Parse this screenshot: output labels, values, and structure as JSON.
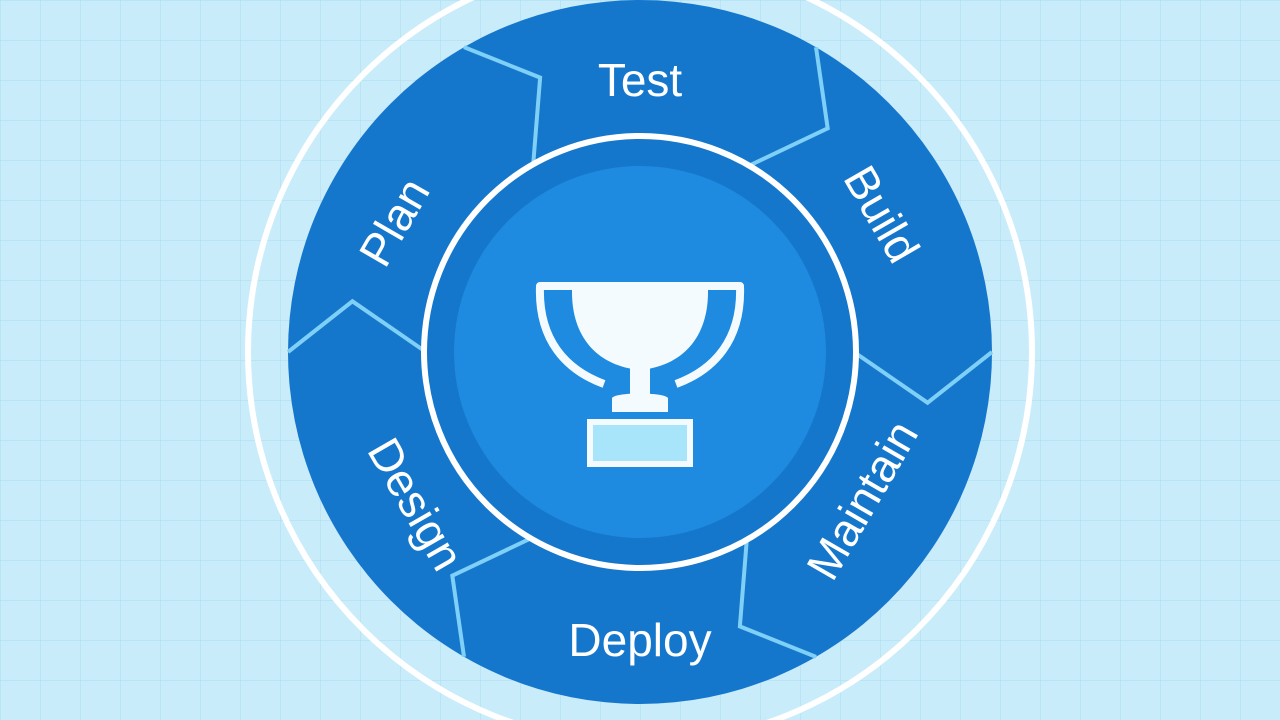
{
  "diagram": {
    "center_icon": "trophy-icon",
    "stages": [
      {
        "id": "test",
        "label": "Test"
      },
      {
        "id": "build",
        "label": "Build"
      },
      {
        "id": "maintain",
        "label": "Maintain"
      },
      {
        "id": "deploy",
        "label": "Deploy"
      },
      {
        "id": "design",
        "label": "Design"
      },
      {
        "id": "plan",
        "label": "Plan"
      }
    ]
  },
  "colors": {
    "background": "#c9ecfa",
    "grid_line": "#a9dcf2",
    "outer_ring": "#ffffff",
    "ring_fill": "#1577cc",
    "segment_divider": "#7fd0f7",
    "inner_ring": "#ffffff",
    "center_fill": "#1e8be0",
    "icon_fill": "#f4fbff",
    "icon_base_accent": "#a8e4fa"
  }
}
